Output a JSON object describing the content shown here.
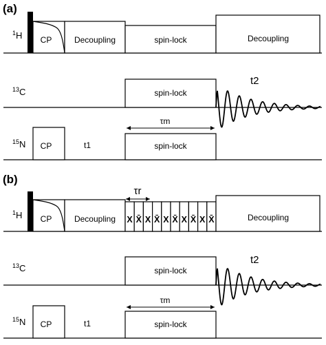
{
  "panels": [
    {
      "label": "(a)",
      "h": {
        "channel": "1H",
        "cp": "CP",
        "decoupling1": "Decoupling",
        "spinlock": "spin-lock",
        "decoupling2": "Decoupling"
      },
      "c": {
        "channel": "13C",
        "spinlock": "spin-lock",
        "acq": "t2"
      },
      "n": {
        "channel": "15N",
        "cp": "CP",
        "evolution": "t1",
        "spinlock": "spin-lock",
        "mixing": "τm"
      }
    },
    {
      "label": "(b)",
      "h": {
        "channel": "1H",
        "cp": "CP",
        "decoupling1": "Decoupling",
        "decoupling2": "Decoupling",
        "rotor": "τr",
        "x_pulses": [
          "X",
          "X̄",
          "X",
          "X̄",
          "X",
          "X̄",
          "X",
          "X̄",
          "X",
          "X̄"
        ]
      },
      "c": {
        "channel": "13C",
        "spinlock": "spin-lock",
        "acq": "t2"
      },
      "n": {
        "channel": "15N",
        "cp": "CP",
        "evolution": "t1",
        "spinlock": "spin-lock",
        "mixing": "τm"
      }
    }
  ]
}
